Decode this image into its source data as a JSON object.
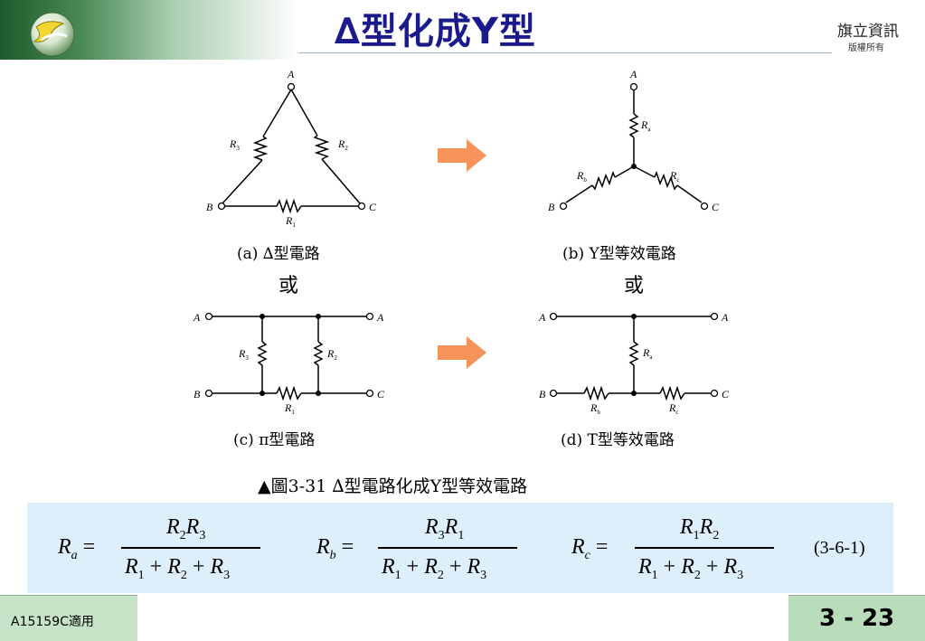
{
  "header": {
    "title": "∆型化成Y型",
    "publisher": "旗立資訊",
    "rights": "版權所有"
  },
  "diagram": {
    "node_labels": {
      "a": "A",
      "b": "B",
      "c": "C"
    },
    "resistors": {
      "r1": "R",
      "r1_sub": "1",
      "r2": "R",
      "r2_sub": "2",
      "r3": "R",
      "r3_sub": "3",
      "ra": "R",
      "ra_sub": "a",
      "rb": "R",
      "rb_sub": "b",
      "rc": "R",
      "rc_sub": "c"
    },
    "captions": {
      "a": "(a) ∆型電路",
      "b": "(b) Y型等效電路",
      "c": "(c) π型電路",
      "d": "(d) T型等效電路"
    },
    "or_label": "或",
    "figure_caption": "▲圖3-31  ∆型電路化成Y型等效電路",
    "arrow_color": "#f5935a"
  },
  "formulas": {
    "ra": {
      "lhs": "R",
      "lhs_sub": "a",
      "num1": "R",
      "num1_sub": "2",
      "num2": "R",
      "num2_sub": "3",
      "den": [
        "R",
        "1",
        "R",
        "2",
        "R",
        "3"
      ]
    },
    "rb": {
      "lhs": "R",
      "lhs_sub": "b",
      "num1": "R",
      "num1_sub": "3",
      "num2": "R",
      "num2_sub": "1",
      "den": [
        "R",
        "1",
        "R",
        "2",
        "R",
        "3"
      ]
    },
    "rc": {
      "lhs": "R",
      "lhs_sub": "c",
      "num1": "R",
      "num1_sub": "1",
      "num2": "R",
      "num2_sub": "2",
      "den": [
        "R",
        "1",
        "R",
        "2",
        "R",
        "3"
      ]
    },
    "equals": "=",
    "plus": "+",
    "equation_number": "(3-6-1)"
  },
  "footer": {
    "course": "A15159C適用",
    "page": "3 - 23"
  }
}
